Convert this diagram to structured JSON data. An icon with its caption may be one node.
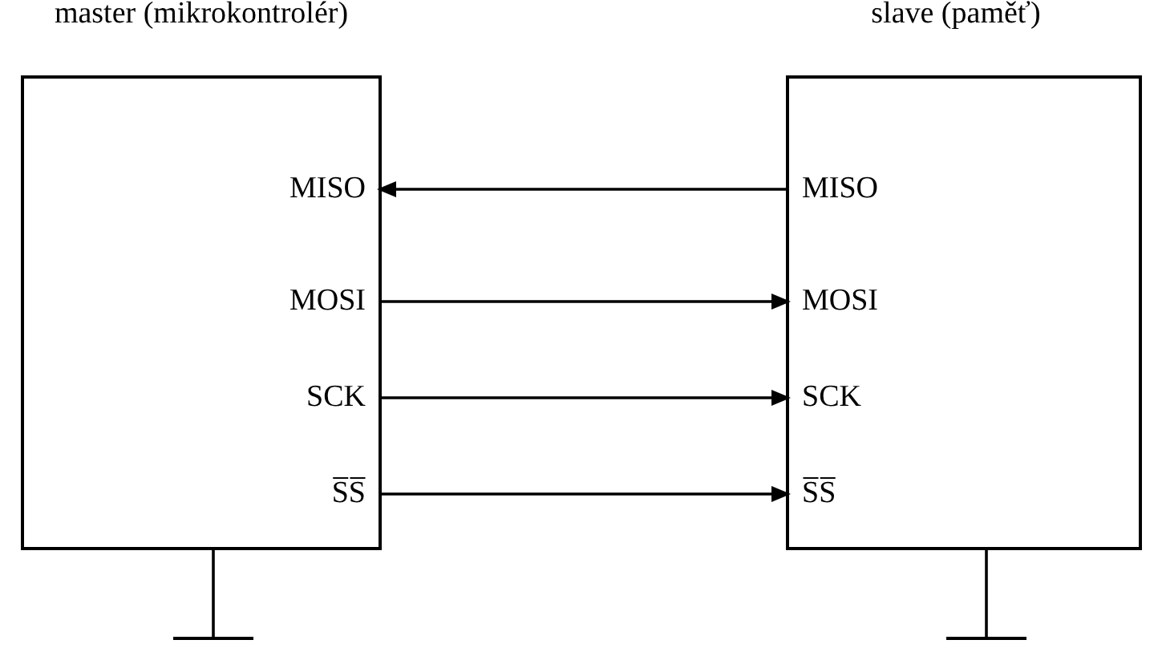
{
  "diagram": {
    "nodes": [
      {
        "text": [
          "master (mikrokontrolér)"
        ]
      },
      {
        "text": [
          "MISO"
        ],
        "in": 0
      },
      {
        "text": [
          "MOSI"
        ],
        "in": 0
      },
      {
        "text": [
          "SCK"
        ],
        "in": 0
      },
      {
        "text": [
          "S̅S̅"
        ],
        "in": 0
      },
      {
        "text": [
          "slave (paměť)"
        ]
      },
      {
        "text": [
          "MISO"
        ],
        "in": 5
      },
      {
        "text": [
          "MOSI"
        ],
        "in": 5
      },
      {
        "text": [
          "SCK"
        ],
        "in": 5
      },
      {
        "text": [
          "S̅S̅"
        ],
        "in": 5
      },
      {
        "text": [],
        "shape": "ground"
      },
      {
        "text": [],
        "shape": "ground"
      }
    ],
    "edges": [
      {
        "from": 6,
        "to": 1,
        "arrow": "to"
      },
      {
        "from": 2,
        "to": 7,
        "arrow": "to"
      },
      {
        "from": 3,
        "to": 8,
        "arrow": "to"
      },
      {
        "from": 4,
        "to": 9,
        "arrow": "to"
      },
      {
        "from": 0,
        "to": 10,
        "arrow": "none"
      },
      {
        "from": 5,
        "to": 11,
        "arrow": "none"
      }
    ]
  }
}
